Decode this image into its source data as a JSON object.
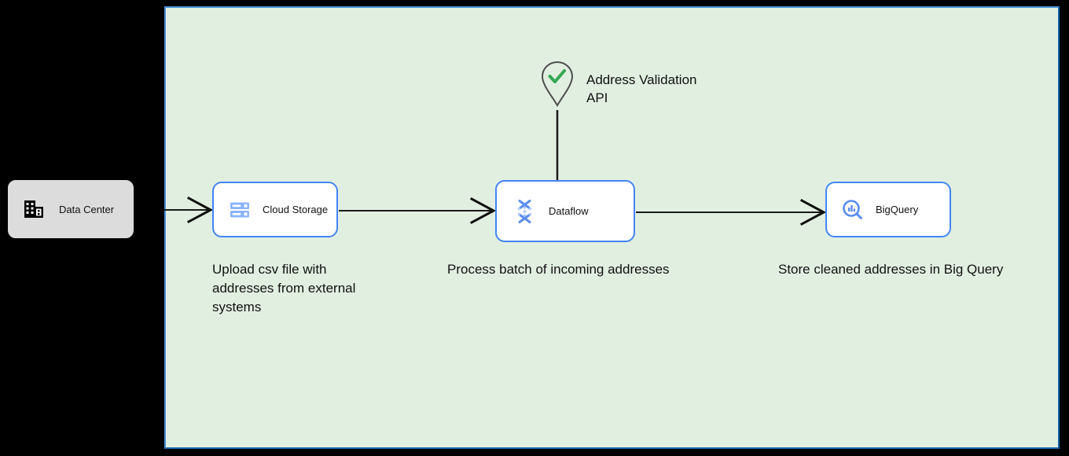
{
  "canvas": {
    "background_color": "#000000",
    "frame_fill": "#e1efe1",
    "frame_border_color": "#4a90d9",
    "frame_border_color_dark": "#1565a8"
  },
  "palette": {
    "google_blue": "#4285f4",
    "node_fill": "#ffffff",
    "datacenter_fill": "#dcdcdc",
    "check_green": "#34a853",
    "pin_stroke": "#4d4d4d",
    "connector": "#1a1a1a",
    "text": "#111111"
  },
  "nodes": {
    "datacenter": {
      "label": "Data Center",
      "icon": "building-icon"
    },
    "cloud_storage": {
      "label": "Cloud Storage",
      "icon": "cloud-storage-icon"
    },
    "dataflow": {
      "label": "Dataflow",
      "icon": "dataflow-icon"
    },
    "bigquery": {
      "label": "BigQuery",
      "icon": "bigquery-icon"
    },
    "address_api": {
      "label_line1": "Address Validation",
      "label_line2": "API",
      "icon": "map-pin-check-icon"
    }
  },
  "captions": {
    "upload": "Upload csv file with addresses\nfrom external systems",
    "upload_line1": "Upload csv file with addresses",
    "upload_line2": "from external systems",
    "process": "Process batch of incoming addresses",
    "store": "Store cleaned addresses in Big Query"
  },
  "connectors": [
    {
      "name": "datacenter-to-cloud-storage",
      "from": "Data Center",
      "to": "Cloud Storage",
      "direction": "right",
      "arrowhead": "open"
    },
    {
      "name": "cloud-storage-to-dataflow",
      "from": "Cloud Storage",
      "to": "Dataflow",
      "direction": "right",
      "arrowhead": "open"
    },
    {
      "name": "dataflow-to-bigquery",
      "from": "Dataflow",
      "to": "BigQuery",
      "direction": "right",
      "arrowhead": "open"
    },
    {
      "name": "address-api-to-dataflow",
      "from": "Address Validation API",
      "to": "Dataflow",
      "direction": "down",
      "arrowhead": "none"
    }
  ]
}
